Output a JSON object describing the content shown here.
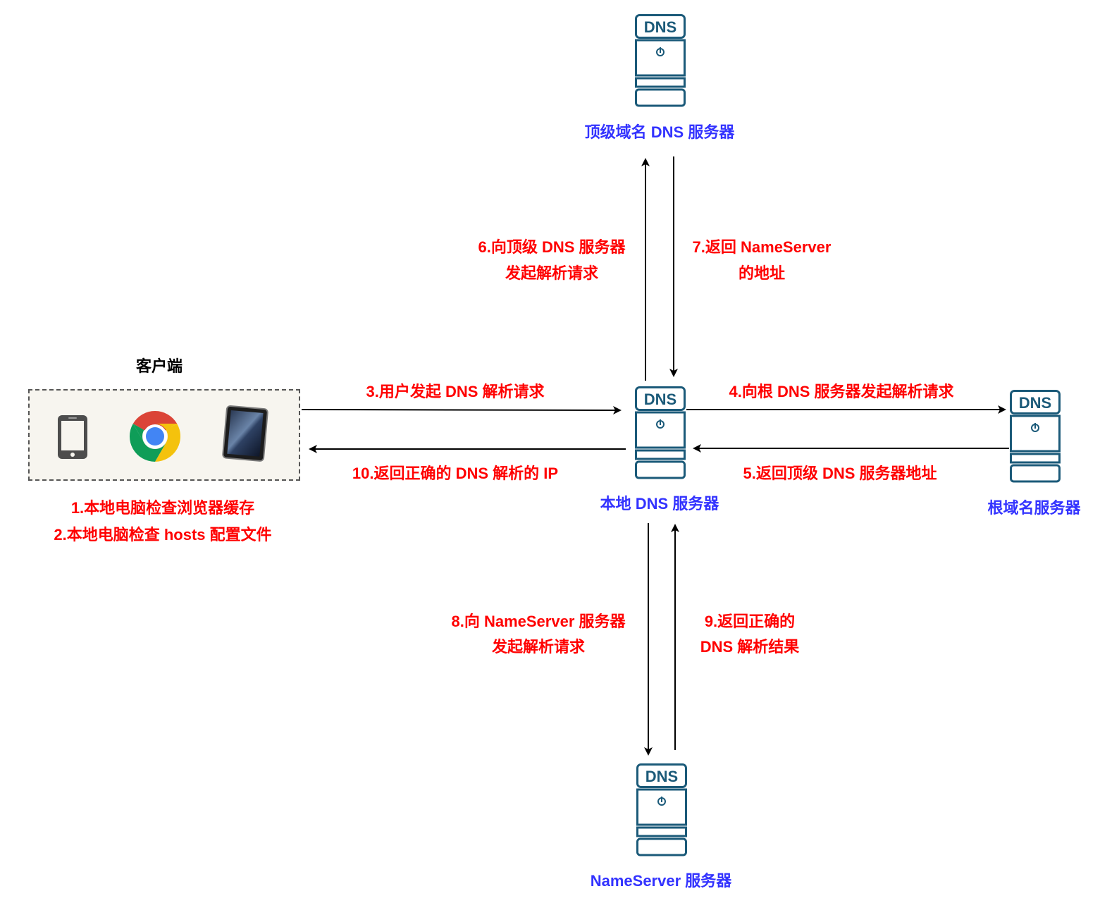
{
  "servers": {
    "tld": {
      "badge": "DNS",
      "label": "顶级域名 DNS 服务器"
    },
    "local": {
      "badge": "DNS",
      "label": "本地 DNS 服务器"
    },
    "root": {
      "badge": "DNS",
      "label": "根域名服务器"
    },
    "nameserver": {
      "badge": "DNS",
      "label": "NameServer 服务器"
    }
  },
  "client": {
    "title": "客户端",
    "devices": [
      "phone-icon",
      "chrome-icon",
      "tablet-icon"
    ],
    "notes": [
      "1.本地电脑检查浏览器缓存",
      "2.本地电脑检查 hosts 配置文件"
    ]
  },
  "steps": {
    "s3": "3.用户发起 DNS 解析请求",
    "s4": "4.向根 DNS 服务器发起解析请求",
    "s5": "5.返回顶级 DNS 服务器地址",
    "s6": [
      "6.向顶级 DNS 服务器",
      "发起解析请求"
    ],
    "s7": [
      "7.返回 NameServer",
      "的地址"
    ],
    "s8": [
      "8.向 NameServer 服务器",
      "发起解析请求"
    ],
    "s9": [
      "9.返回正确的",
      "DNS 解析结果"
    ],
    "s10": "10.返回正确的 DNS 解析的 IP"
  },
  "colors": {
    "server_stroke": "#1b5a79",
    "step_text": "#ff0000",
    "server_label": "#3333ff",
    "arrow": "#000000",
    "client_bg": "#f7f5ef"
  }
}
